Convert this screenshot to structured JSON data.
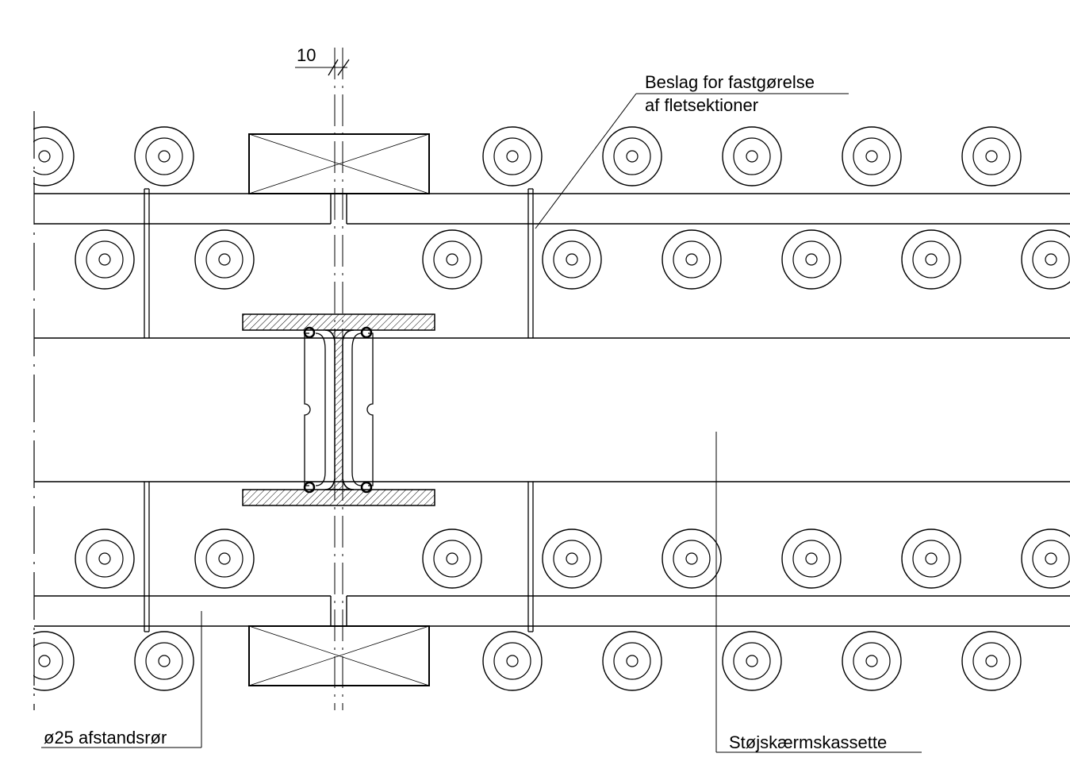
{
  "dimension": {
    "value": "10"
  },
  "labels": {
    "bracket_line1": "Beslag for fastgørelse",
    "bracket_line2": "af fletsektioner",
    "spacer_tube": "ø25 afstandsrør",
    "cassette": "Støjskærmskassette"
  },
  "colors": {
    "line": "#000000",
    "background": "#ffffff"
  }
}
